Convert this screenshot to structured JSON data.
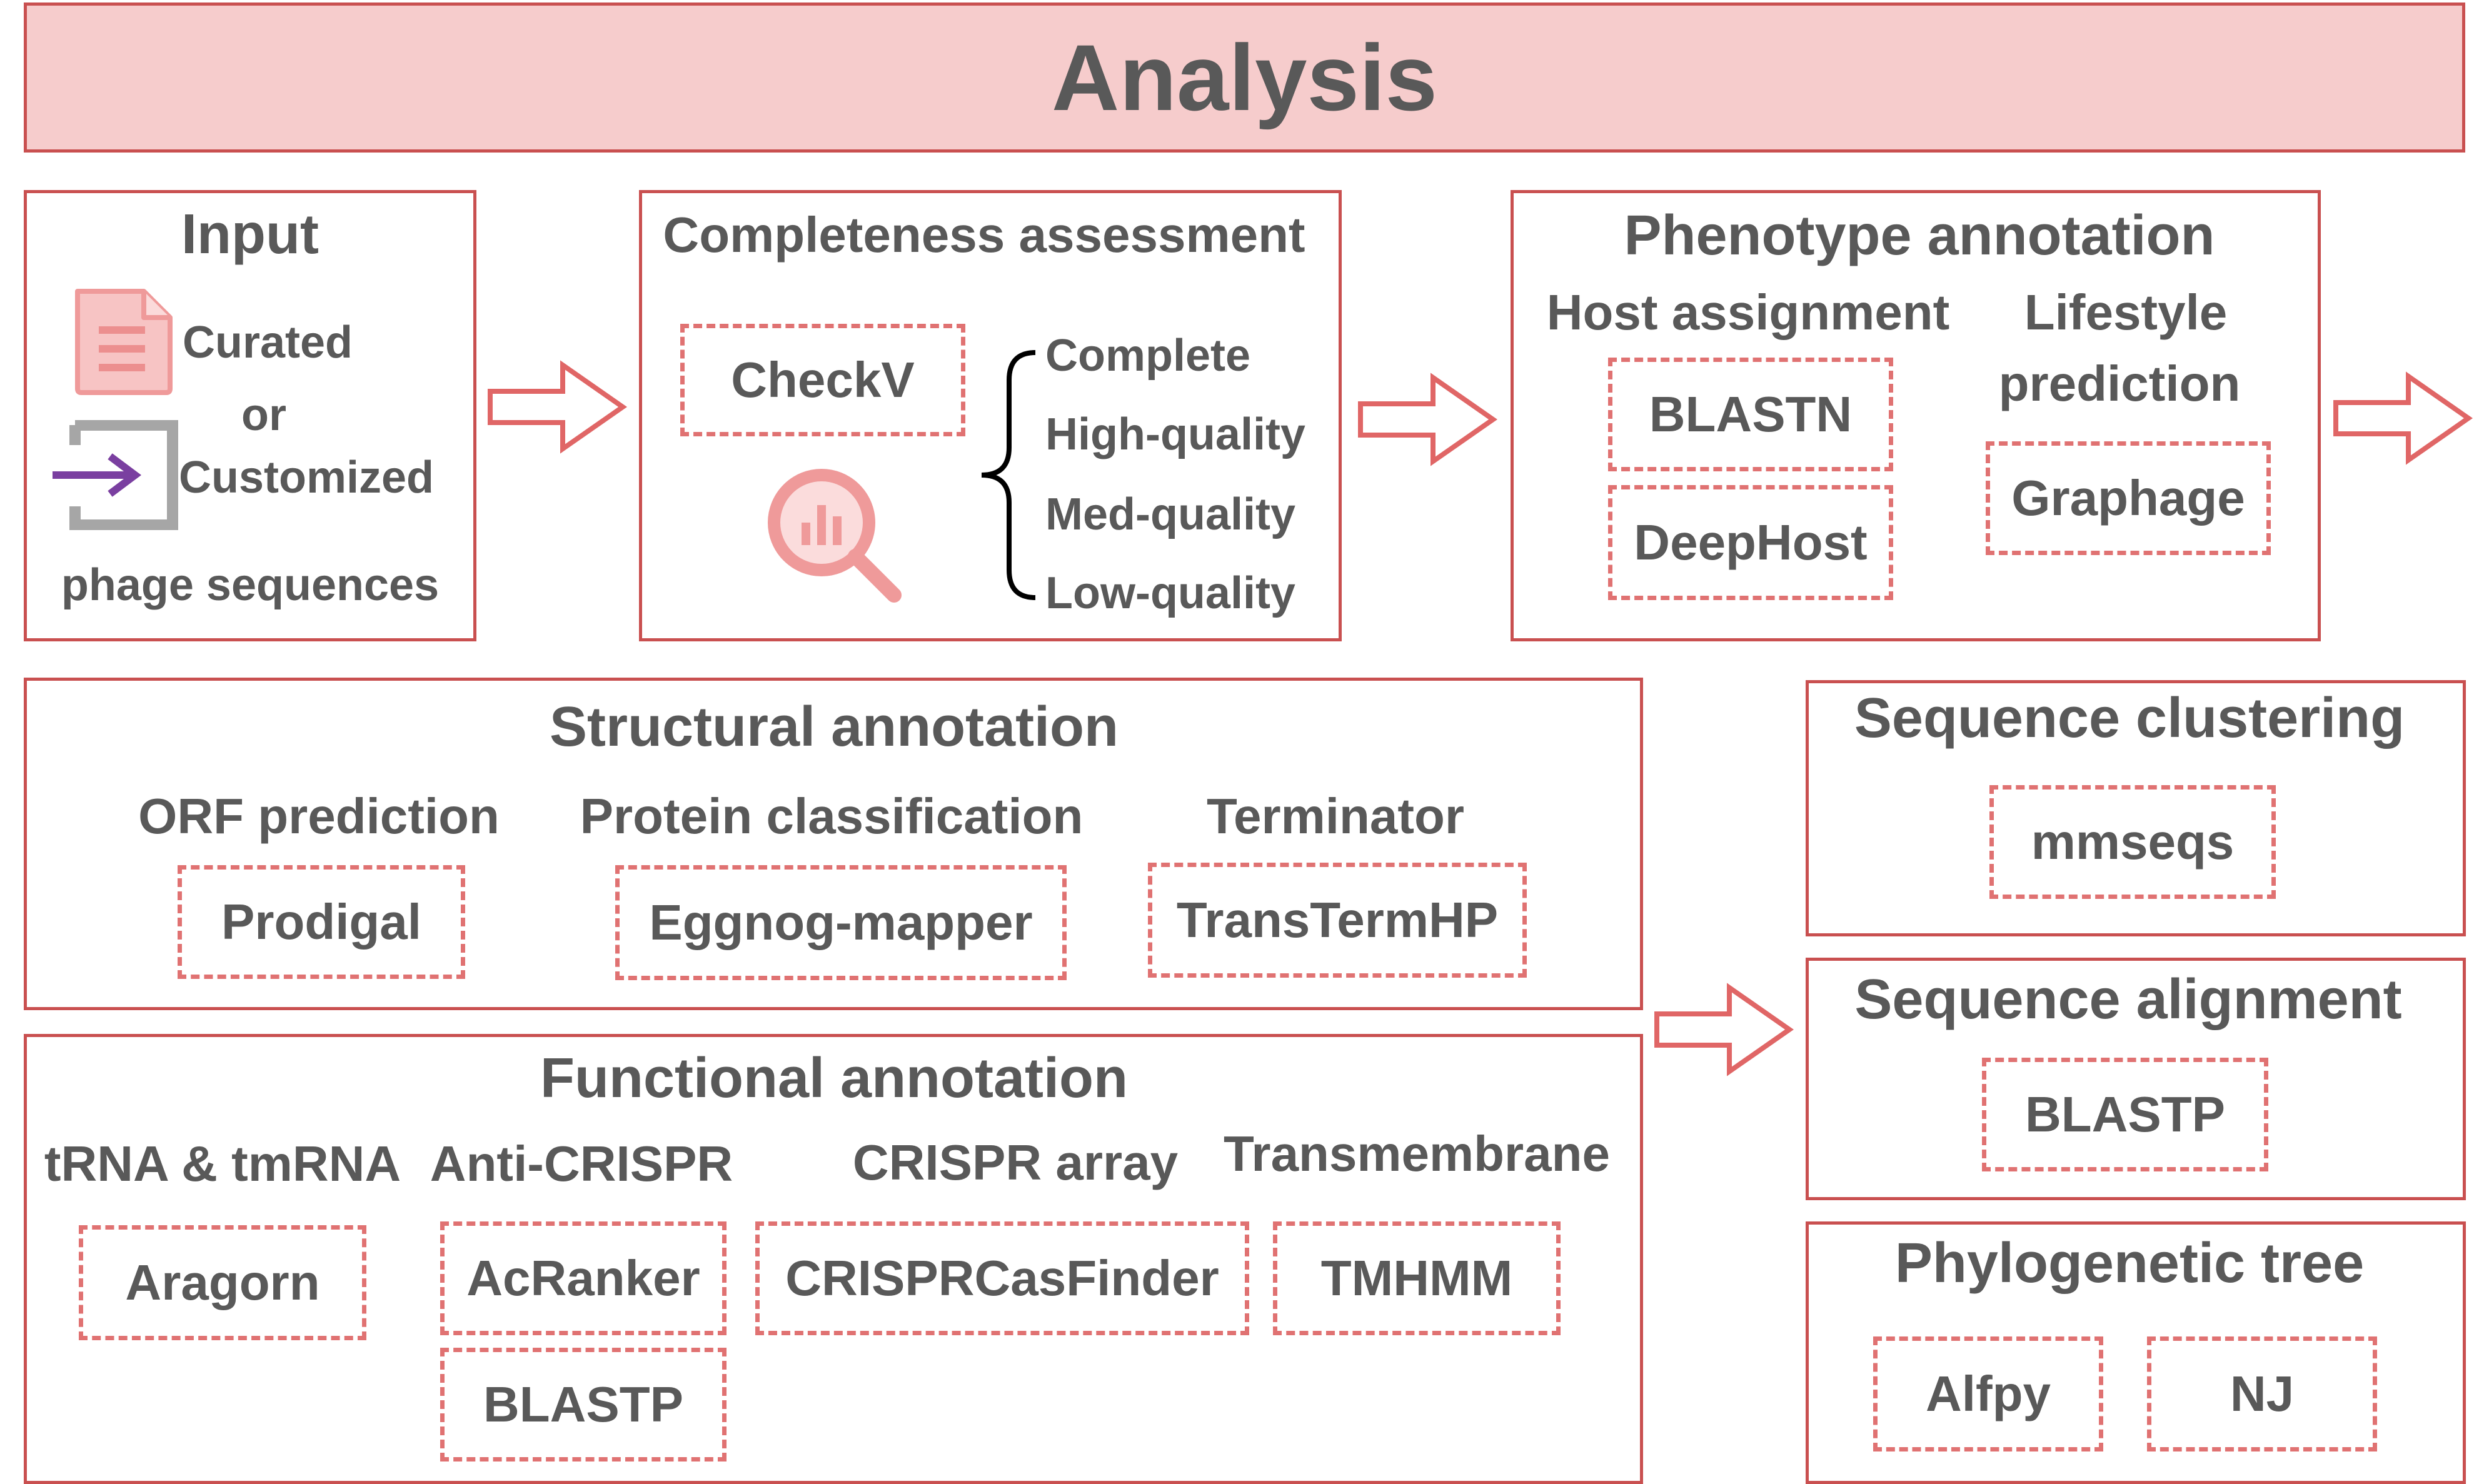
{
  "title": "Analysis",
  "input": {
    "heading": "Input",
    "curated": "Curated",
    "or": "or",
    "customized": "Customized",
    "footer": "phage sequences",
    "icons": [
      "document-icon",
      "import-icon"
    ]
  },
  "completeness": {
    "heading": "Completeness assessment",
    "tool": "CheckV",
    "icon": "search-chart-icon",
    "grades": [
      "Complete",
      "High-quality",
      "Med-quality",
      "Low-quality"
    ]
  },
  "phenotype": {
    "heading": "Phenotype annotation",
    "host": {
      "label": "Host assignment",
      "tools": [
        "BLASTN",
        "DeepHost"
      ]
    },
    "lifestyle": {
      "label_line1": "Lifestyle",
      "label_line2": "prediction",
      "tools": [
        "Graphage"
      ]
    }
  },
  "structural": {
    "heading": "Structural annotation",
    "groups": [
      {
        "label": "ORF prediction",
        "tool": "Prodigal"
      },
      {
        "label": "Protein classification",
        "tool": "Eggnog-mapper"
      },
      {
        "label": "Terminator",
        "tool": "TransTermHP"
      }
    ]
  },
  "functional": {
    "heading": "Functional annotation",
    "groups": [
      {
        "label": "tRNA & tmRNA",
        "tools": [
          "Aragorn"
        ]
      },
      {
        "label": "Anti-CRISPR",
        "tools": [
          "AcRanker",
          "BLASTP"
        ]
      },
      {
        "label": "CRISPR array",
        "tools": [
          "CRISPRCasFinder"
        ]
      },
      {
        "label": "Transmembrane",
        "tools": [
          "TMHMM"
        ]
      }
    ]
  },
  "clustering": {
    "heading": "Sequence clustering",
    "tool": "mmseqs"
  },
  "alignment": {
    "heading": "Sequence alignment",
    "tool": "BLASTP"
  },
  "phylogeny": {
    "heading": "Phylogenetic tree",
    "tools": [
      "Alfpy",
      "NJ"
    ]
  },
  "colors": {
    "border": "#c95050",
    "dashed": "#e07272",
    "banner": "#f6cccc",
    "text": "#595959",
    "icon": "#f0a0a0",
    "purple": "#7a3fa0"
  }
}
